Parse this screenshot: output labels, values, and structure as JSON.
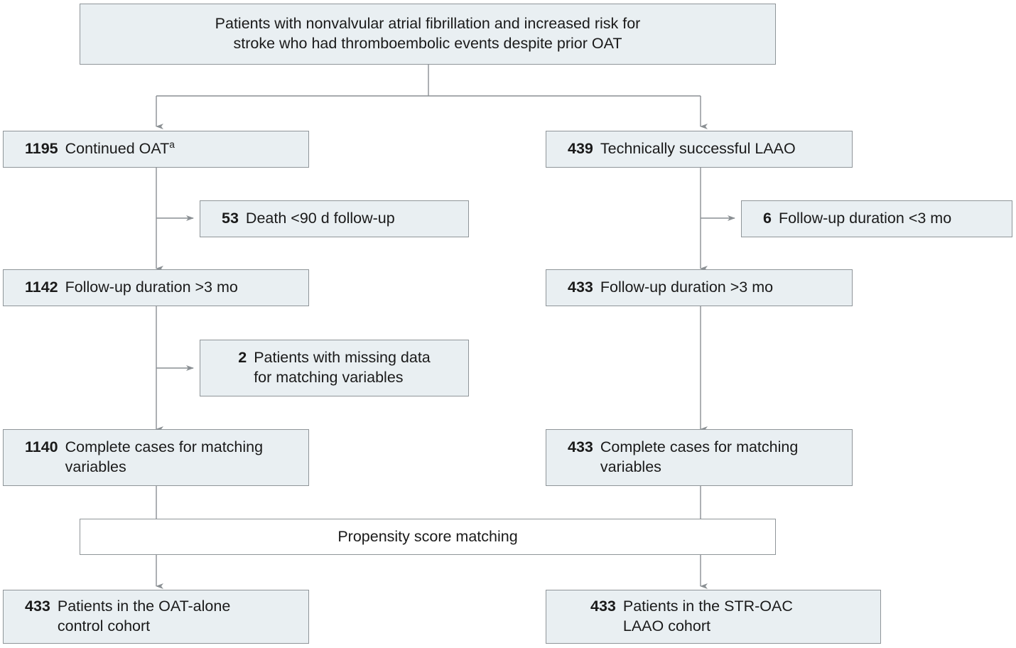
{
  "figure": {
    "type": "flowchart",
    "title_box": {
      "text": "Patients with nonvalvular atrial fibrillation and increased risk for\nstroke who had thromboembolic events despite prior OAT"
    },
    "process_box": {
      "label": "Propensity score matching"
    },
    "left_arm": {
      "enrolled": {
        "count": "1195",
        "label": "Continued OAT",
        "footnote_marker": "a"
      },
      "exclusion_1": {
        "count": "53",
        "label": "Death <90 d follow-up"
      },
      "after_exclusion_1": {
        "count": "1142",
        "label": "Follow-up duration >3 mo"
      },
      "exclusion_2": {
        "count": "2",
        "label": "Patients with missing data\nfor matching variables"
      },
      "complete_cases": {
        "count": "1140",
        "label": "Complete cases for matching\nvariables"
      },
      "final_cohort": {
        "count": "433",
        "label": "Patients in the OAT-alone\ncontrol cohort"
      }
    },
    "right_arm": {
      "enrolled": {
        "count": "439",
        "label": "Technically successful LAAO"
      },
      "exclusion_1": {
        "count": "6",
        "label": "Follow-up duration <3 mo"
      },
      "after_exclusion_1": {
        "count": "433",
        "label": "Follow-up duration >3 mo"
      },
      "complete_cases": {
        "count": "433",
        "label": "Complete cases for matching\nvariables"
      },
      "final_cohort": {
        "count": "433",
        "label": "Patients in the STR-OAC\nLAAO cohort"
      }
    },
    "colors": {
      "box_fill": "#e9eff2",
      "box_border": "#8f9599",
      "plain_fill": "#ffffff",
      "connector": "#8a8f93",
      "text": "#1a1a1a"
    }
  }
}
